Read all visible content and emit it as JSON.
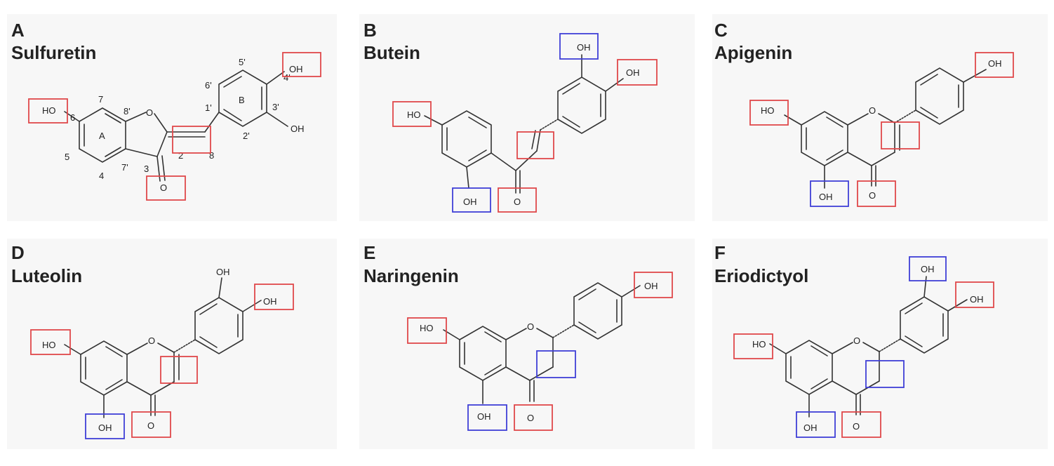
{
  "panels": [
    {
      "letter": "A",
      "name": "Sulfuretin"
    },
    {
      "letter": "B",
      "name": "Butein"
    },
    {
      "letter": "C",
      "name": "Apigenin"
    },
    {
      "letter": "D",
      "name": "Luteolin"
    },
    {
      "letter": "E",
      "name": "Naringenin"
    },
    {
      "letter": "F",
      "name": "Eriodictyol"
    }
  ],
  "atoms": {
    "HO": "HO",
    "OH": "OH",
    "O": "O"
  },
  "sulfuretin_labels": {
    "ring_A": "A",
    "ring_B": "B",
    "n2": "2",
    "n3": "3",
    "n4": "4",
    "n5": "5",
    "n6": "6",
    "n7": "7",
    "n7p": "7'",
    "n8": "8",
    "n8p": "8'",
    "n1p": "1'",
    "n2p": "2'",
    "n3p": "3'",
    "n4p": "4'",
    "n5p": "5'",
    "n6p": "6'"
  },
  "colors": {
    "red_box": "#e0484a",
    "blue_box": "#3f3fd6"
  }
}
